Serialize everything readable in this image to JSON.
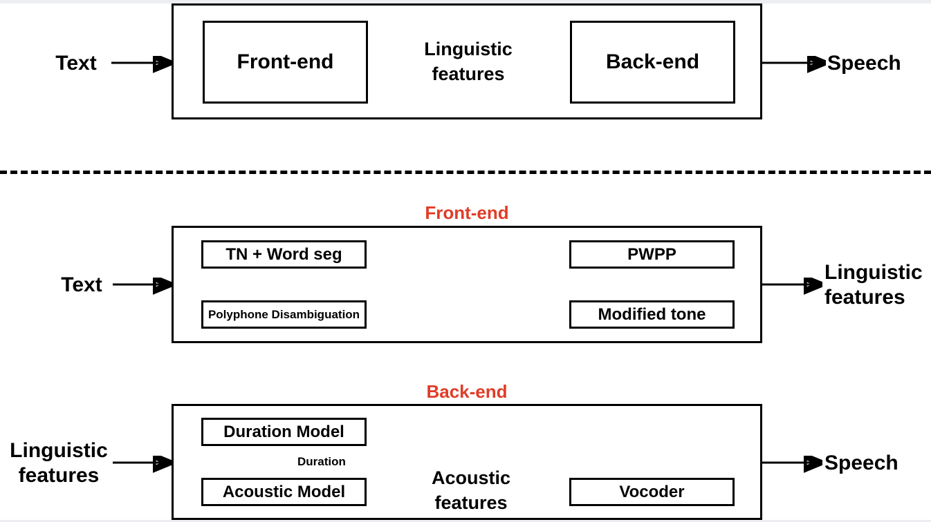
{
  "diagram": {
    "title_hidden": "TTS pipeline: front-end / back-end decomposition",
    "colors": {
      "stroke": "#000000",
      "section_label": "#e03c28",
      "background": "#ffffff"
    },
    "overview": {
      "input_label": "Text",
      "output_label": "Speech",
      "front_end_box": "Front-end",
      "back_end_box": "Back-end",
      "edge_label_line1": "Linguistic",
      "edge_label_line2": "features"
    },
    "front_end": {
      "section_title": "Front-end",
      "input_label": "Text",
      "output_label_line1": "Linguistic",
      "output_label_line2": "features",
      "boxes": [
        {
          "id": "tn-word-seg",
          "label": "TN + Word seg"
        },
        {
          "id": "polyphone-disambiguation",
          "label": "Polyphone  Disambiguation"
        },
        {
          "id": "pwpp",
          "label": "PWPP"
        },
        {
          "id": "modified-tone",
          "label": "Modified tone"
        }
      ]
    },
    "back_end": {
      "section_title": "Back-end",
      "input_label_line1": "Linguistic",
      "input_label_line2": "features",
      "output_label": "Speech",
      "duration_edge_label": "Duration",
      "acoustic_edge_label_line1": "Acoustic",
      "acoustic_edge_label_line2": "features",
      "boxes": [
        {
          "id": "duration-model",
          "label": "Duration Model"
        },
        {
          "id": "acoustic-model",
          "label": "Acoustic Model"
        },
        {
          "id": "vocoder",
          "label": "Vocoder"
        }
      ]
    }
  }
}
